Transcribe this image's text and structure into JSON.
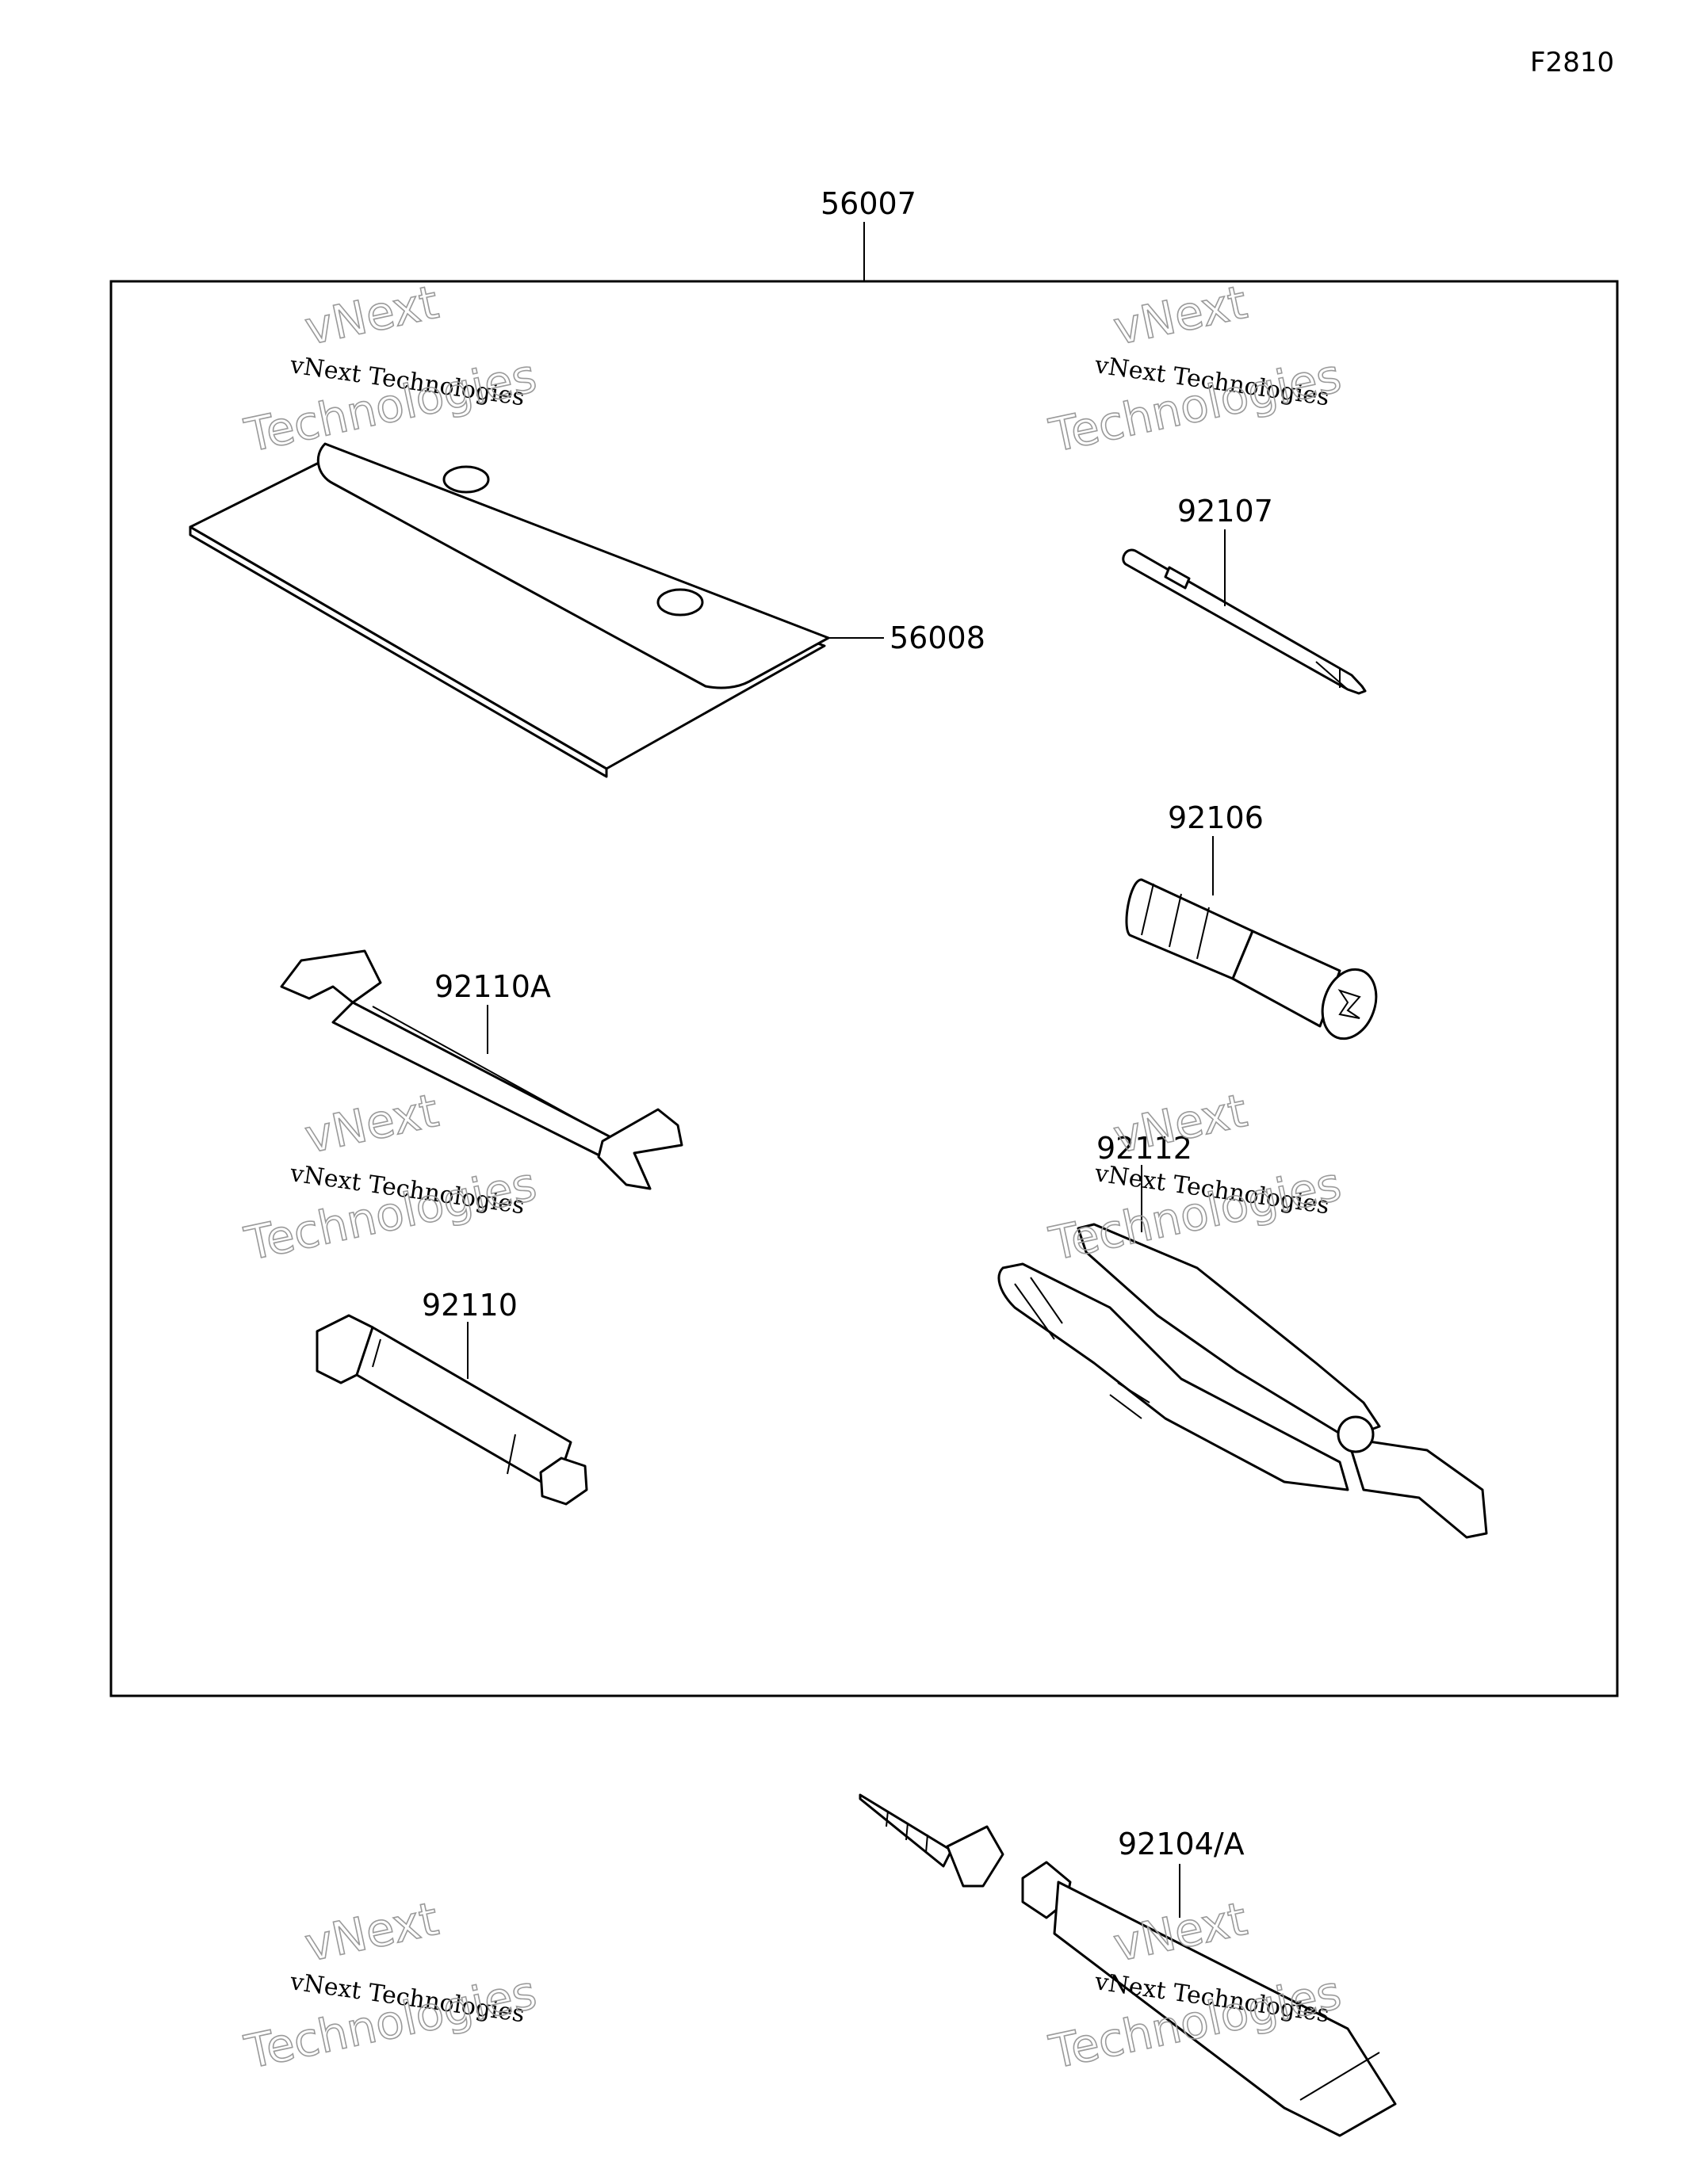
{
  "figure_id": "F2810",
  "parts": {
    "kit": "56007",
    "case": "56008",
    "screwdriver_bit": "92107",
    "screwdriver_handle": "92106",
    "wrench": "92110A",
    "spark_plug_wrench": "92110",
    "pliers": "92112",
    "repair_kit": "92104/A"
  },
  "watermark": {
    "line1": "vNext",
    "line2": "vNext Technologies",
    "line3": "Technologies"
  }
}
